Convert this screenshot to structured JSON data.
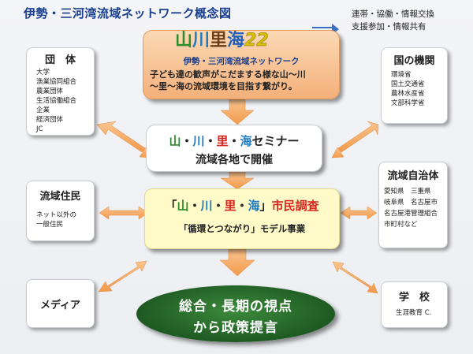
{
  "title": "伊勢・三河湾流域ネットワーク概念図",
  "note": {
    "line1": "連帯・協働・情報交換",
    "line2": "支援参加・情報共有"
  },
  "logo": {
    "p1": "山",
    "p2": "川",
    "p3": "里",
    "p4": "海",
    "p5": "22"
  },
  "main": {
    "subtitle": "伊勢・三河湾流域ネットワーク",
    "desc_line1": "子ども達の歓声がこだまする様な山〜川",
    "desc_line2": "〜里〜海の流域環境を目指す繋がり。"
  },
  "seminar": {
    "line1_parts": [
      "山",
      "・",
      "川",
      "・",
      "里",
      "・",
      "海",
      "セミナー"
    ],
    "line2": "流域各地で開催"
  },
  "survey": {
    "line1_parts": [
      "「",
      "山",
      "・",
      "川",
      "・",
      "里",
      "・",
      "海",
      "」",
      "市民調査"
    ],
    "line2": "「循環とつながり」モデル事業"
  },
  "outcome": {
    "line1": "総合・長期の視点",
    "line2": "から政策提言"
  },
  "groups": {
    "title": "団　体",
    "items": [
      "大学",
      "漁業協同組合",
      "農業団体",
      "生活協働組合",
      "企業",
      "経済団体",
      "JC"
    ]
  },
  "residents": {
    "title": "流域住民",
    "items": [
      "ネット以外の",
      "一般住民"
    ]
  },
  "media": {
    "title": "メディア"
  },
  "govt": {
    "title": "国の機関",
    "items": [
      "環境省",
      "国土交通省",
      "農林水産省",
      "文部科学省"
    ]
  },
  "localgov": {
    "title": "流域自治体",
    "items": [
      "愛知県　三重県",
      "岐阜県　名古屋市",
      "名古屋港管理組合",
      "市町村など"
    ]
  },
  "school": {
    "title": "学　校",
    "items": [
      "生涯教育 C."
    ]
  },
  "colors": {
    "arrow": "#f3a35c",
    "arrow_stroke": "#e08a3c",
    "oval": "#1e5a22",
    "accent_red": "#d7261e"
  }
}
